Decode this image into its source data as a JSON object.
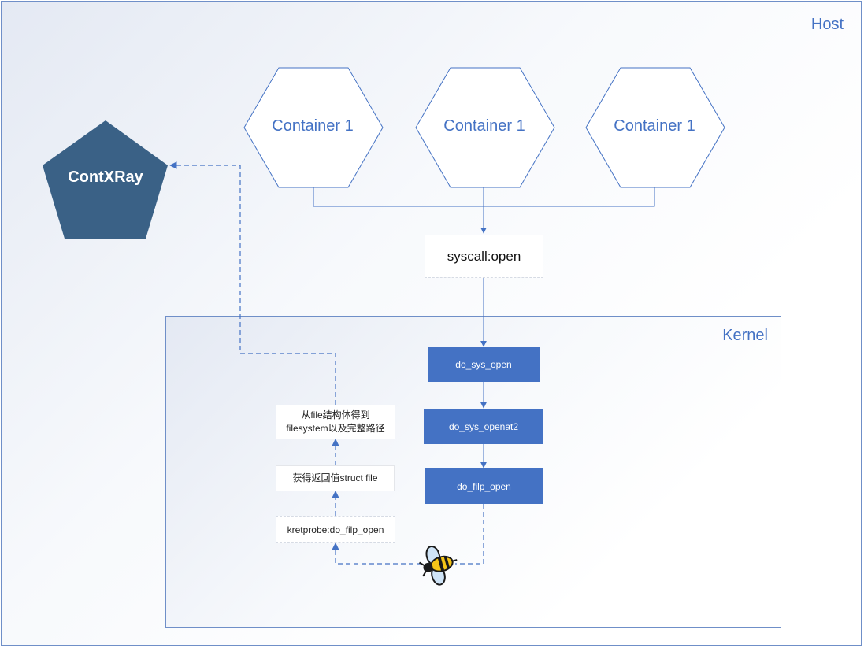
{
  "host": {
    "label": "Host"
  },
  "kernel": {
    "label": "Kernel"
  },
  "containers": [
    {
      "label": "Container 1"
    },
    {
      "label": "Container 1"
    },
    {
      "label": "Container 1"
    }
  ],
  "contxray": {
    "label": "ContXRay"
  },
  "syscall": {
    "label": "syscall:open"
  },
  "kernel_functions": [
    {
      "label": "do_sys_open"
    },
    {
      "label": "do_sys_openat2"
    },
    {
      "label": "do_filp_open"
    }
  ],
  "probe_steps": {
    "kretprobe": "kretprobe:do_filp_open",
    "get_return": "获得返回值struct file",
    "get_path_line1": "从file结构体得到",
    "get_path_line2": "filesystem以及完整路径"
  },
  "icons": {
    "probe": "bee-icon"
  },
  "colors": {
    "accent": "#4472c4",
    "contxray": "#3a6186",
    "frame_border": "#6f8fc8"
  }
}
